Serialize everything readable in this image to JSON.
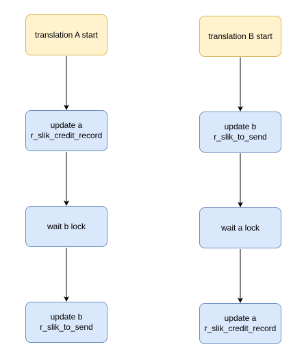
{
  "colors": {
    "start_fill": "#fff2cc",
    "start_border": "#d6b656",
    "step_fill": "#dae8fc",
    "step_border": "#6c8ebf",
    "arrow": "#000000"
  },
  "flow_a": {
    "start": "translation A start",
    "step1": "update a\nr_slik_credit_record",
    "step2": "wait b lock",
    "step3": "update b\nr_slik_to_send"
  },
  "flow_b": {
    "start": "translation B start",
    "step1": "update b\nr_slik_to_send",
    "step2": "wait a lock",
    "step3": "update a\nr_slik_credit_record"
  }
}
